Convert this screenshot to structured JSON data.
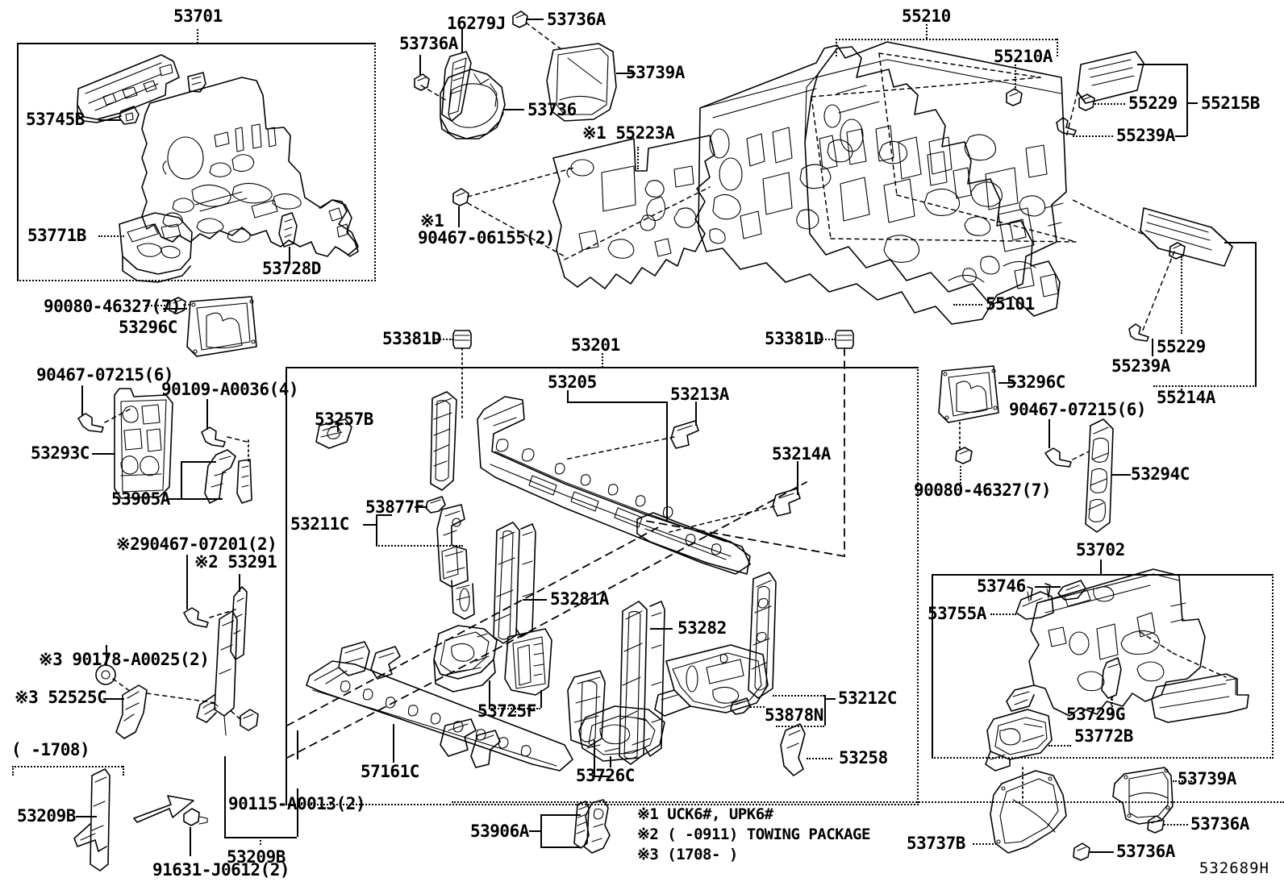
{
  "diagram": {
    "code": "532689H",
    "title_boxes": [
      {
        "id": "box-53701",
        "label": "53701"
      },
      {
        "id": "box-53201",
        "label": "53201"
      },
      {
        "id": "box-53702",
        "label": "53702"
      }
    ]
  },
  "labels": {
    "l53701": "53701",
    "l53745B": "53745B",
    "l53771B": "53771B",
    "l53728D": "53728D",
    "l16279J": "16279J",
    "l53736A_left": "53736A",
    "l53736A_top": "53736A",
    "l53736": "53736",
    "l53739A_top": "53739A",
    "l55223A": "※1 55223A",
    "l90467_06155": "90467-06155(2)",
    "l90467_06155_mark": "※1",
    "l55210": "55210",
    "l55210A": "55210A",
    "l55229_top": "55229",
    "l55215B": "55215B",
    "l55239A_top": "55239A",
    "l55101": "55101",
    "l55229_right": "55229",
    "l55239A_right": "55239A",
    "l55214A": "55214A",
    "l53296C_left": "53296C",
    "l90080_46327_left": "90080-46327(7)",
    "l90467_07215_left": "90467-07215(6)",
    "l90109_A0036": "90109-A0036(4)",
    "l53293C": "53293C",
    "l53905A": "53905A",
    "l290467_07201": "※290467-07201(2)",
    "l53291": "※2 53291",
    "l90178_A0025": "※3 90178-A0025(2)",
    "l52525C": "※3 52525C",
    "l1708_range": "(    -1708)",
    "l53209B_left": "53209B",
    "l53209B_right": "53209B",
    "l90115_A0013": "90115-A0013(2)",
    "l91631_J0612": "91631-J0612(2)",
    "l53381D_left": "53381D",
    "l53381D_right": "53381D",
    "l53201": "53201",
    "l53205": "53205",
    "l53213A": "53213A",
    "l53214A": "53214A",
    "l53257B": "53257B",
    "l53877F": "53877F",
    "l53211C": "53211C",
    "l53281A": "53281A",
    "l53282": "53282",
    "l53212C": "53212C",
    "l53878N": "53878N",
    "l53725F": "53725F",
    "l57161C": "57161C",
    "l53726C": "53726C",
    "l53258": "53258",
    "l53296C_right": "53296C",
    "l90080_46327_right": "90080-46327(7)",
    "l90467_07215_right": "90467-07215(6)",
    "l53294C": "53294C",
    "l53702": "53702",
    "l53746": "53746",
    "l53755A": "53755A",
    "l53729G": "53729G",
    "l53772B": "53772B",
    "l53737B": "53737B",
    "l53736A_b1": "53736A",
    "l53736A_b2": "53736A",
    "l53739A_bottom": "53739A",
    "l53906A": "53906A"
  },
  "footnotes": [
    "※1 UCK6#, UPK6#",
    "※2 (     -0911) TOWING PACKAGE",
    "※3 (1708-     )"
  ],
  "colors": {
    "line": "#000000",
    "background": "#ffffff"
  }
}
